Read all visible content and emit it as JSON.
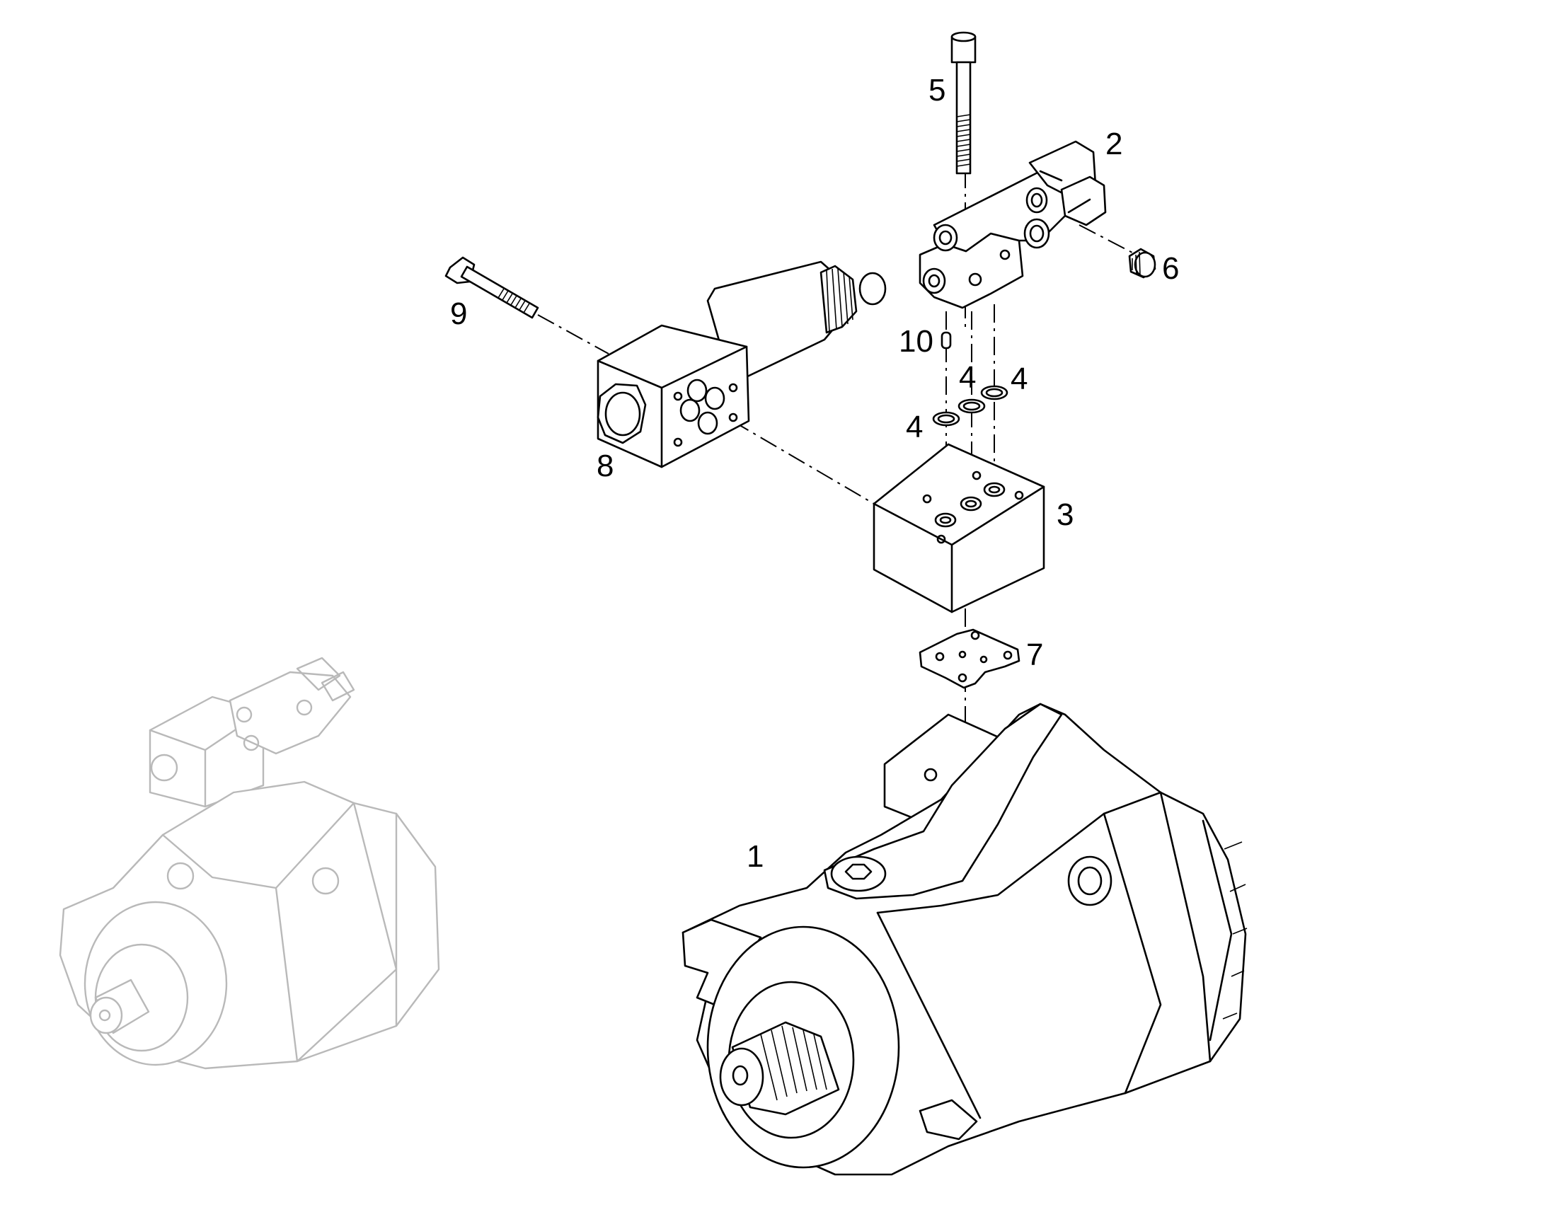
{
  "callouts": [
    {
      "id": "1",
      "text": "1"
    },
    {
      "id": "2",
      "text": "2"
    },
    {
      "id": "3",
      "text": "3"
    },
    {
      "id": "4a",
      "text": "4"
    },
    {
      "id": "4b",
      "text": "4"
    },
    {
      "id": "4c",
      "text": "4"
    },
    {
      "id": "5",
      "text": "5"
    },
    {
      "id": "6",
      "text": "6"
    },
    {
      "id": "7",
      "text": "7"
    },
    {
      "id": "8",
      "text": "8"
    },
    {
      "id": "9",
      "text": "9"
    },
    {
      "id": "10",
      "text": "10"
    }
  ],
  "colors": {
    "ink": "#000000",
    "ghost": "#b9b9b9",
    "background": "#ffffff"
  }
}
